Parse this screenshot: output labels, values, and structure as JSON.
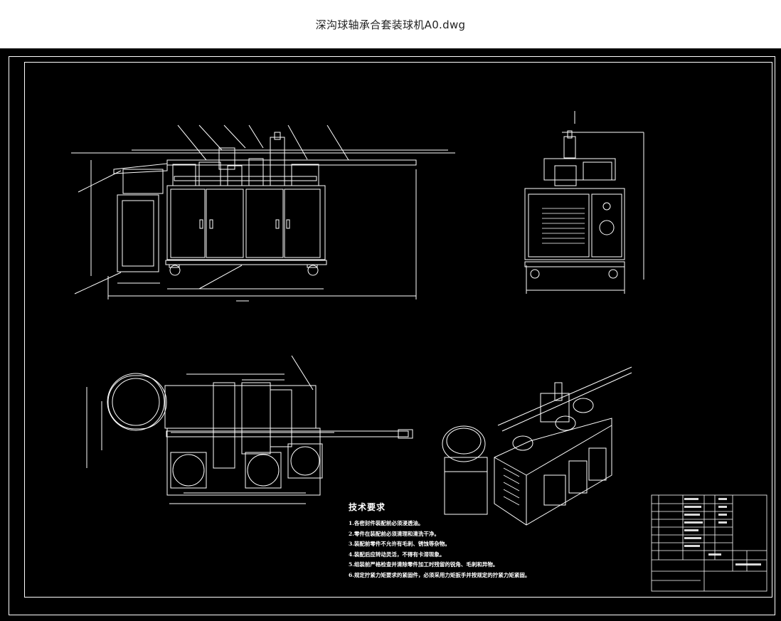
{
  "window": {
    "title": "深沟球轴承合套装球机A0.dwg"
  },
  "colors": {
    "canvas": "#000000",
    "lines": "#ffffff",
    "page": "#ffffff"
  },
  "drawing": {
    "tech_requirements": {
      "title": "技术要求",
      "lines": [
        "1.各密封件装配前必须浸透油。",
        "2.零件在装配前必须清理和清洗干净。",
        "3.装配前零件不允许有毛刺、锈蚀等杂物。",
        "4.装配后应转动灵活，不得有卡滞现象。",
        "5.组装前严格检查并清除零件加工时残留的锐角、毛刺和异物。",
        "6.规定拧紧力矩要求的紧固件，必须采用力矩扳手并按规定的拧紧力矩紧固。"
      ]
    }
  }
}
